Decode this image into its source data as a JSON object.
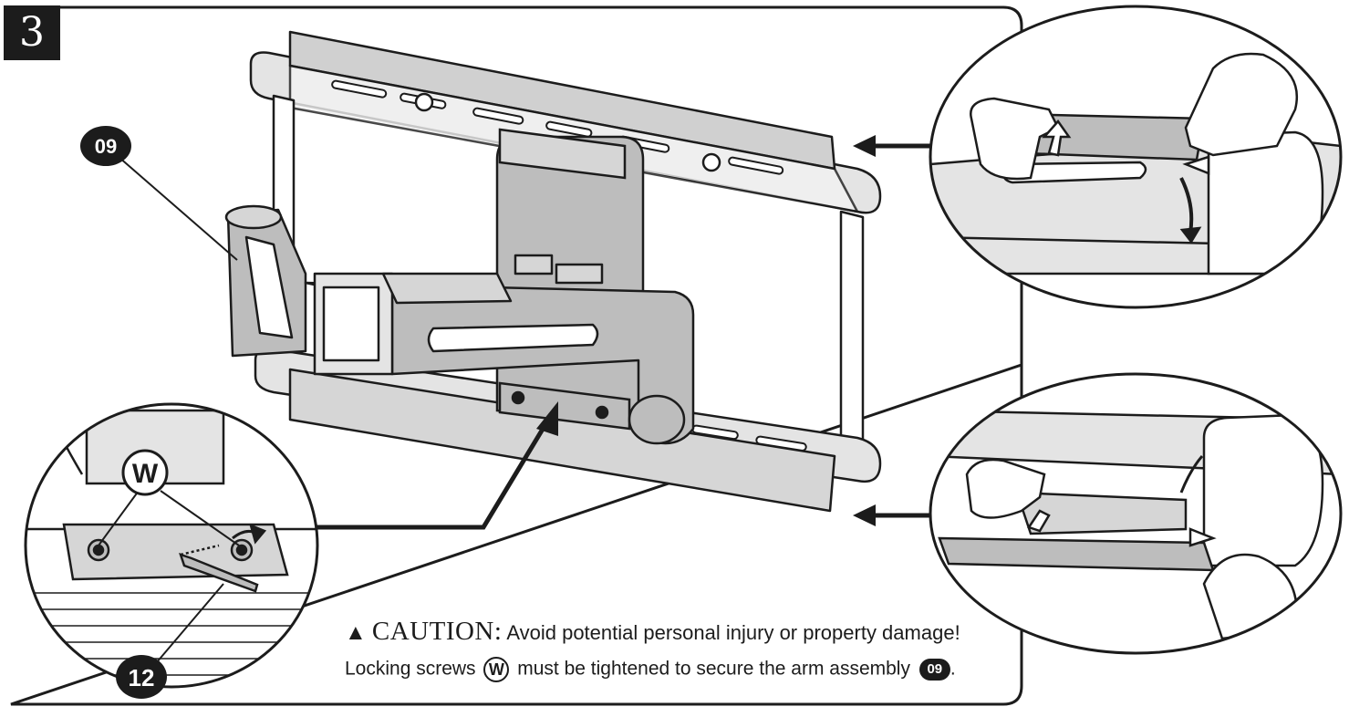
{
  "step": {
    "number": "3"
  },
  "callouts": {
    "arm_part": "09",
    "hex_key_part": "12",
    "locking_screw": "W"
  },
  "caution": {
    "icon": "warning-triangle-icon",
    "heading": "CAUTION:",
    "message": "Avoid potential personal injury or property damage!",
    "line2_before": "Locking screws",
    "line2_screw": "W",
    "line2_after": "must be tightened to secure the arm assembly",
    "line2_part": "09",
    "line2_end": "."
  },
  "colors": {
    "ink": "#1c1c1c",
    "fill_gray": "#bdbdbd",
    "fill_light": "#e4e4e4",
    "background": "#ffffff"
  },
  "icons": [
    "arrow-right-icon",
    "arrow-up-icon",
    "rotate-arrow-icon",
    "hand-icon",
    "hex-key-icon"
  ]
}
